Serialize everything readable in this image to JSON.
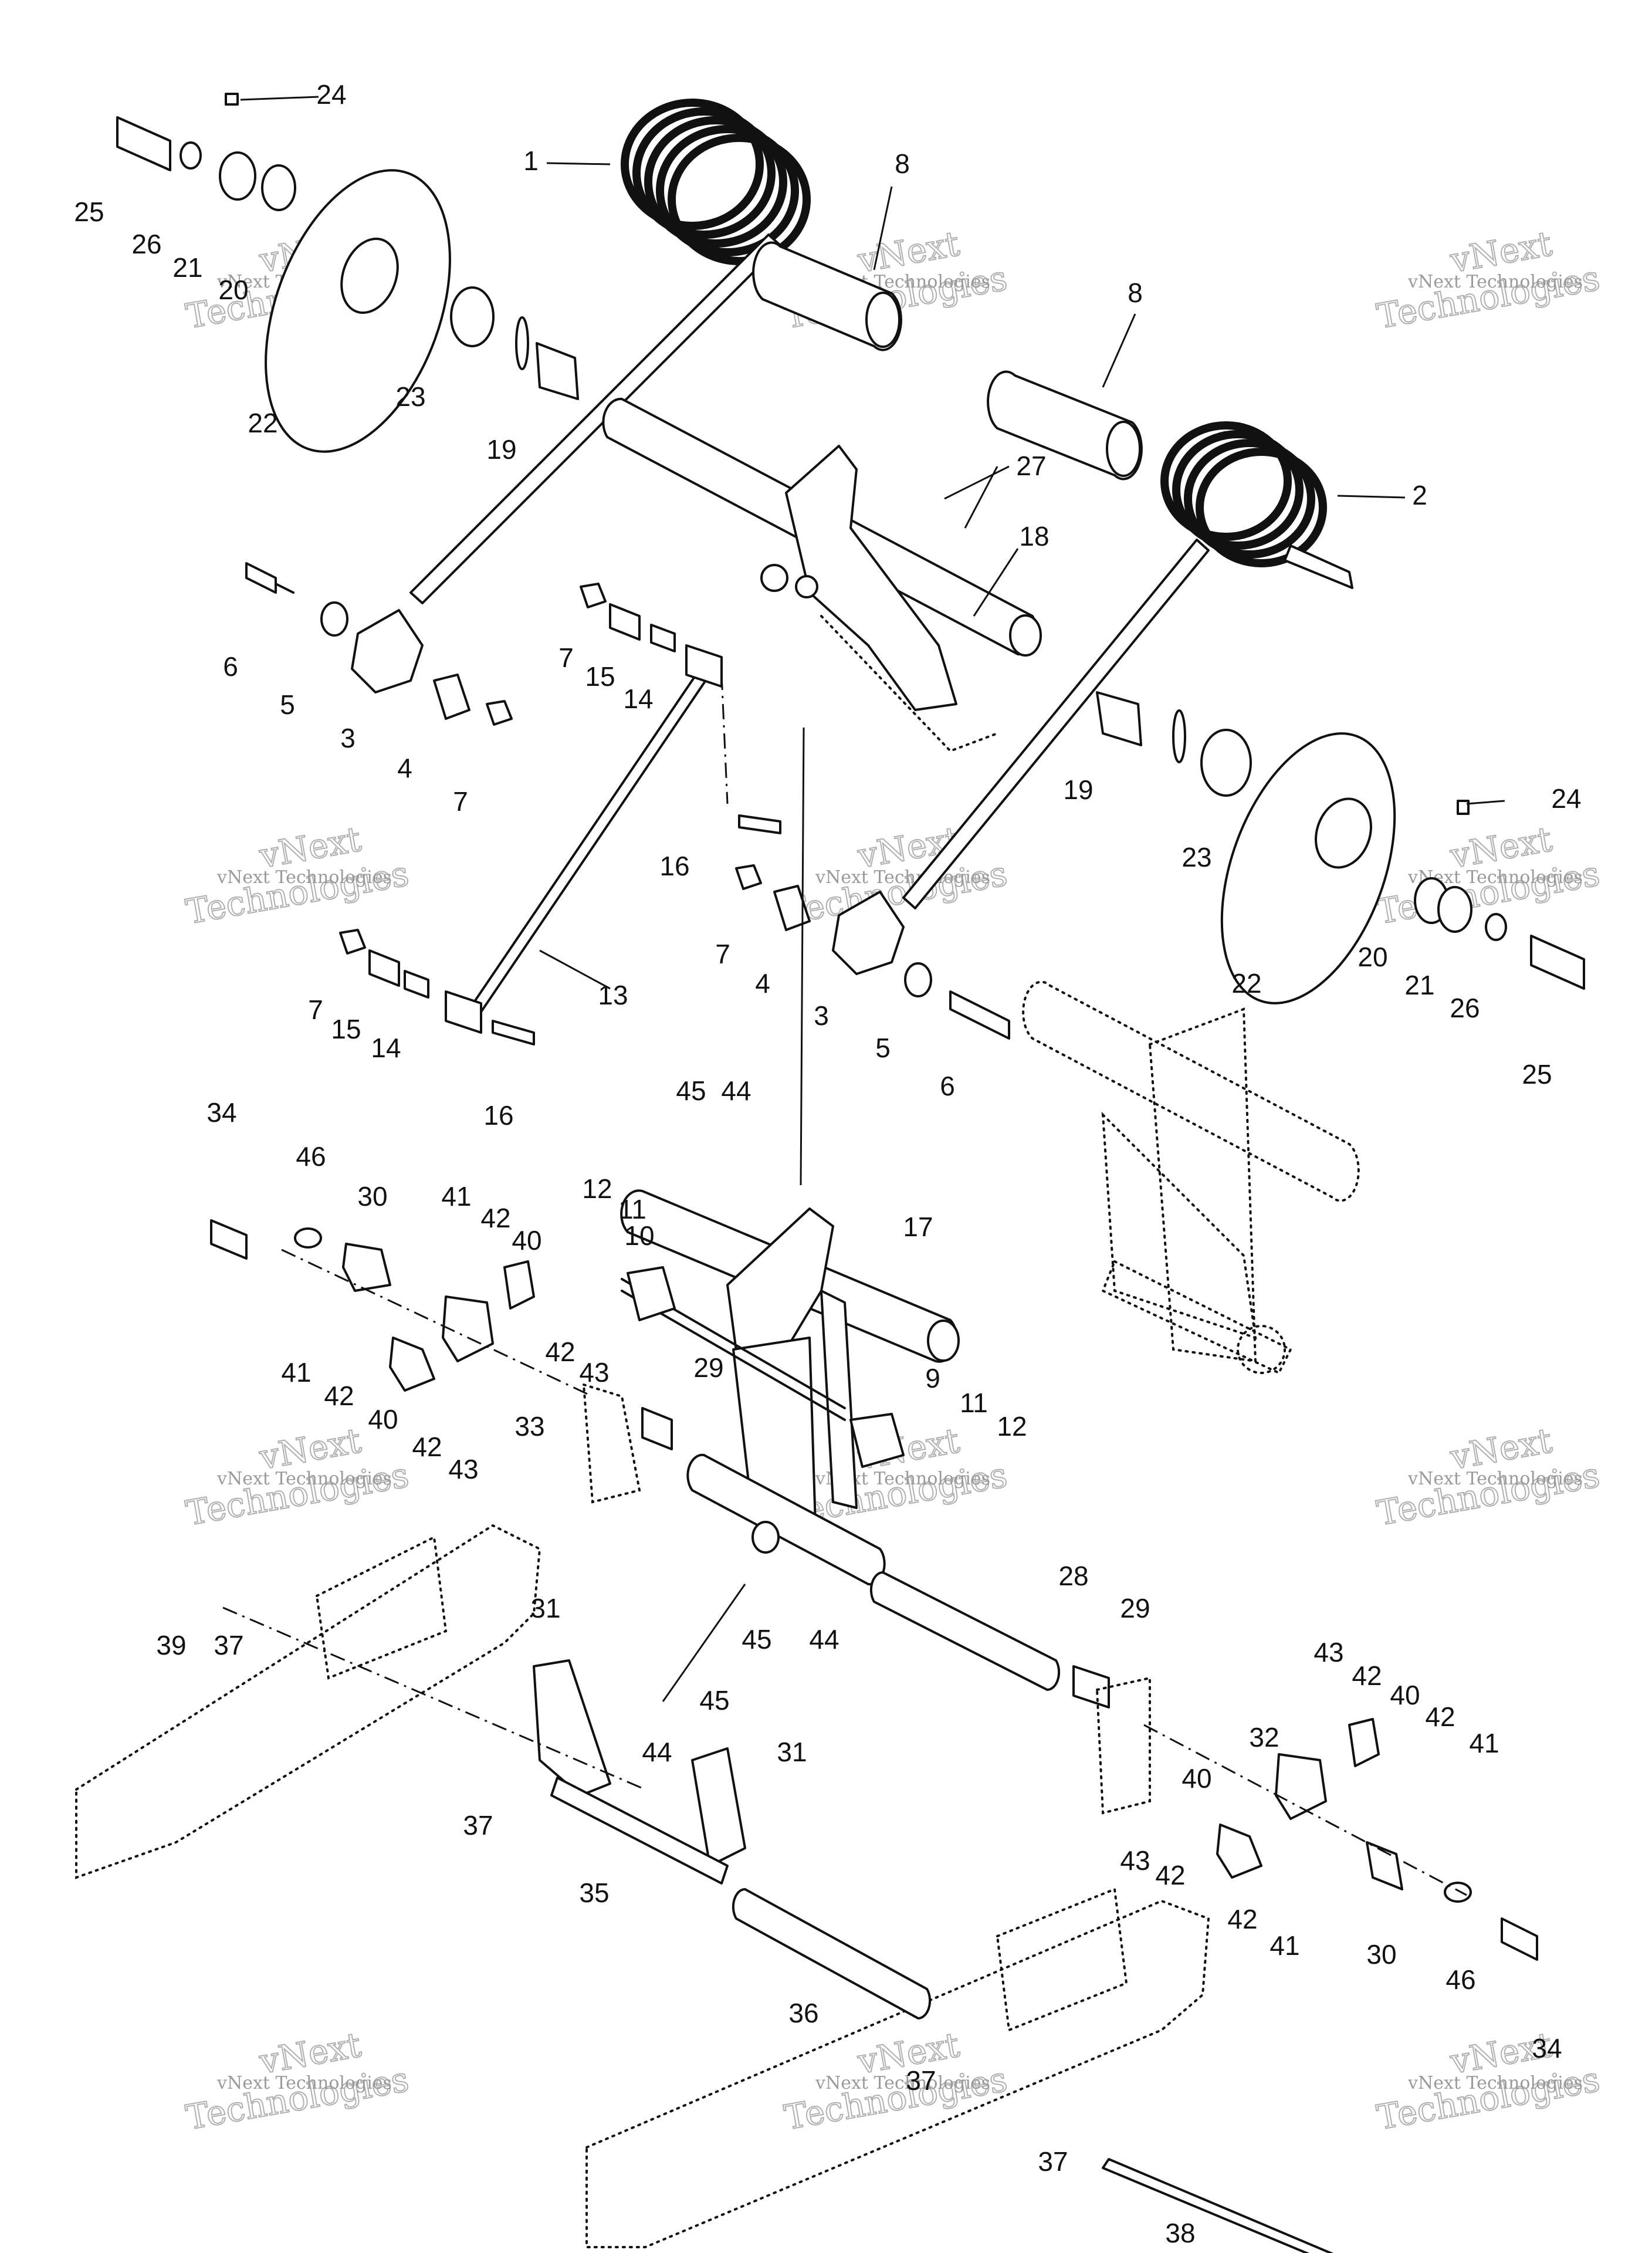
{
  "watermark": {
    "line1": "vNext Technologies",
    "line2": "vNext",
    "line3": "Technologies"
  },
  "callouts": [
    {
      "id": "c1",
      "label": "1"
    },
    {
      "id": "c2",
      "label": "2"
    },
    {
      "id": "c3a",
      "label": "3"
    },
    {
      "id": "c3b",
      "label": "3"
    },
    {
      "id": "c4a",
      "label": "4"
    },
    {
      "id": "c4b",
      "label": "4"
    },
    {
      "id": "c5a",
      "label": "5"
    },
    {
      "id": "c5b",
      "label": "5"
    },
    {
      "id": "c6a",
      "label": "6"
    },
    {
      "id": "c6b",
      "label": "6"
    },
    {
      "id": "c7a",
      "label": "7"
    },
    {
      "id": "c7b",
      "label": "7"
    },
    {
      "id": "c7c",
      "label": "7"
    },
    {
      "id": "c7d",
      "label": "7"
    },
    {
      "id": "c8a",
      "label": "8"
    },
    {
      "id": "c8b",
      "label": "8"
    },
    {
      "id": "c9",
      "label": "9"
    },
    {
      "id": "c10",
      "label": "10"
    },
    {
      "id": "c11a",
      "label": "11"
    },
    {
      "id": "c11b",
      "label": "11"
    },
    {
      "id": "c12a",
      "label": "12"
    },
    {
      "id": "c12b",
      "label": "12"
    },
    {
      "id": "c13",
      "label": "13"
    },
    {
      "id": "c14a",
      "label": "14"
    },
    {
      "id": "c14b",
      "label": "14"
    },
    {
      "id": "c15a",
      "label": "15"
    },
    {
      "id": "c15b",
      "label": "15"
    },
    {
      "id": "c16a",
      "label": "16"
    },
    {
      "id": "c16b",
      "label": "16"
    },
    {
      "id": "c17",
      "label": "17"
    },
    {
      "id": "c18",
      "label": "18"
    },
    {
      "id": "c19a",
      "label": "19"
    },
    {
      "id": "c19b",
      "label": "19"
    },
    {
      "id": "c20a",
      "label": "20"
    },
    {
      "id": "c20b",
      "label": "20"
    },
    {
      "id": "c21a",
      "label": "21"
    },
    {
      "id": "c21b",
      "label": "21"
    },
    {
      "id": "c22a",
      "label": "22"
    },
    {
      "id": "c22b",
      "label": "22"
    },
    {
      "id": "c23a",
      "label": "23"
    },
    {
      "id": "c23b",
      "label": "23"
    },
    {
      "id": "c24a",
      "label": "24"
    },
    {
      "id": "c24b",
      "label": "24"
    },
    {
      "id": "c25a",
      "label": "25"
    },
    {
      "id": "c25b",
      "label": "25"
    },
    {
      "id": "c26a",
      "label": "26"
    },
    {
      "id": "c26b",
      "label": "26"
    },
    {
      "id": "c27",
      "label": "27"
    },
    {
      "id": "c28",
      "label": "28"
    },
    {
      "id": "c29a",
      "label": "29"
    },
    {
      "id": "c29b",
      "label": "29"
    },
    {
      "id": "c30a",
      "label": "30"
    },
    {
      "id": "c30b",
      "label": "30"
    },
    {
      "id": "c31a",
      "label": "31"
    },
    {
      "id": "c31b",
      "label": "31"
    },
    {
      "id": "c32",
      "label": "32"
    },
    {
      "id": "c33",
      "label": "33"
    },
    {
      "id": "c34a",
      "label": "34"
    },
    {
      "id": "c34b",
      "label": "34"
    },
    {
      "id": "c35",
      "label": "35"
    },
    {
      "id": "c36",
      "label": "36"
    },
    {
      "id": "c37a",
      "label": "37"
    },
    {
      "id": "c37b",
      "label": "37"
    },
    {
      "id": "c37c",
      "label": "37"
    },
    {
      "id": "c37d",
      "label": "37"
    },
    {
      "id": "c38",
      "label": "38"
    },
    {
      "id": "c39",
      "label": "39"
    },
    {
      "id": "c40a",
      "label": "40"
    },
    {
      "id": "c40b",
      "label": "40"
    },
    {
      "id": "c40c",
      "label": "40"
    },
    {
      "id": "c40d",
      "label": "40"
    },
    {
      "id": "c41a",
      "label": "41"
    },
    {
      "id": "c41b",
      "label": "41"
    },
    {
      "id": "c41c",
      "label": "41"
    },
    {
      "id": "c41d",
      "label": "41"
    },
    {
      "id": "c42a",
      "label": "42"
    },
    {
      "id": "c42b",
      "label": "42"
    },
    {
      "id": "c42c",
      "label": "42"
    },
    {
      "id": "c42d",
      "label": "42"
    },
    {
      "id": "c42e",
      "label": "42"
    },
    {
      "id": "c42f",
      "label": "42"
    },
    {
      "id": "c42g",
      "label": "42"
    },
    {
      "id": "c42h",
      "label": "42"
    },
    {
      "id": "c43a",
      "label": "43"
    },
    {
      "id": "c43b",
      "label": "43"
    },
    {
      "id": "c43c",
      "label": "43"
    },
    {
      "id": "c43d",
      "label": "43"
    },
    {
      "id": "c44a",
      "label": "44"
    },
    {
      "id": "c44b",
      "label": "44"
    },
    {
      "id": "c44c",
      "label": "44"
    },
    {
      "id": "c45a",
      "label": "45"
    },
    {
      "id": "c45b",
      "label": "45"
    },
    {
      "id": "c45c",
      "label": "45"
    },
    {
      "id": "c46a",
      "label": "46"
    },
    {
      "id": "c46b",
      "label": "46"
    }
  ]
}
